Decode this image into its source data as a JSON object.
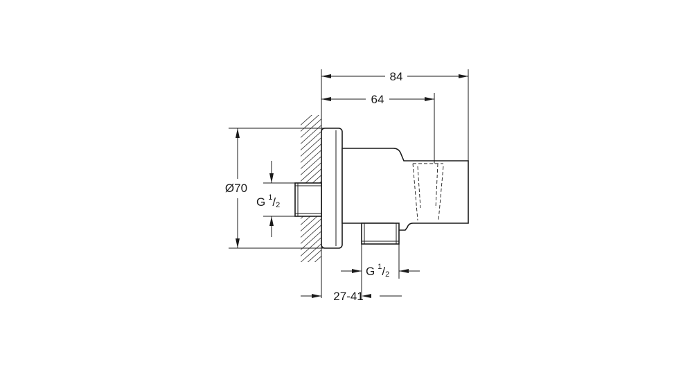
{
  "dimensions": {
    "overall_length": "84",
    "mid_length": "64",
    "diameter": "Ø70",
    "wall_range": "27-41",
    "thread_wall": {
      "base": "G",
      "num": "1",
      "den": "2"
    },
    "thread_outlet": {
      "base": "G",
      "num": "1",
      "den": "2"
    }
  }
}
